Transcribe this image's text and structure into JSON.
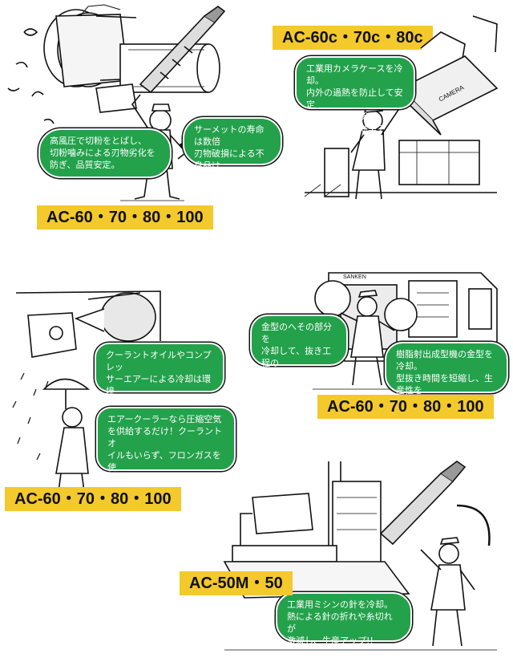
{
  "colors": {
    "bubble": "#23a14b",
    "label": "#f3c92c",
    "ink": "#111111"
  },
  "panels": [
    {
      "label": "AC-60・70・80・100",
      "bubbles": [
        "高風圧で切粉をとばし、\n切粉噛みによる刃物劣化を\n防ぎ、品質安定。",
        "サーメットの寿命は数倍\n刃物破損による不良品は\n激減。工数低減に"
      ]
    },
    {
      "label": "AC-60c・70c・80c",
      "product_text": "CAMERA",
      "bubbles": [
        "工業用カメラケースを冷却。\n内外の過熱を防止して安定\nした画像を確保。\n安全、管理に効率アップ！"
      ]
    },
    {
      "label": "AC-60・70・80・100",
      "bubbles": [
        "クーラントオイルやコンプレッ\nサーエアーによる冷却は環境\n対策の問題点!!",
        "エアークーラーなら圧縮空気\nを供給するだけ！クーラントオ\nイルもいらず、フロンガスを使\n用しないので環境対策万全!!"
      ]
    },
    {
      "label": "AC-60・70・80・100",
      "machine_text": "SANKEN",
      "bubbles": [
        "金型のへその部分を\n冷却して、抜き工程の\n効率をアップさせます。",
        "樹脂射出成型機の金型を冷却。\n型抜き時間を短縮し、生産性を\n大幅アップ!!"
      ]
    },
    {
      "label": "AC-50M・50",
      "bubbles": [
        "工業用ミシンの針を冷却。\n熱による針の折れや糸切れが\n激減し、生産アップ!!"
      ]
    }
  ]
}
